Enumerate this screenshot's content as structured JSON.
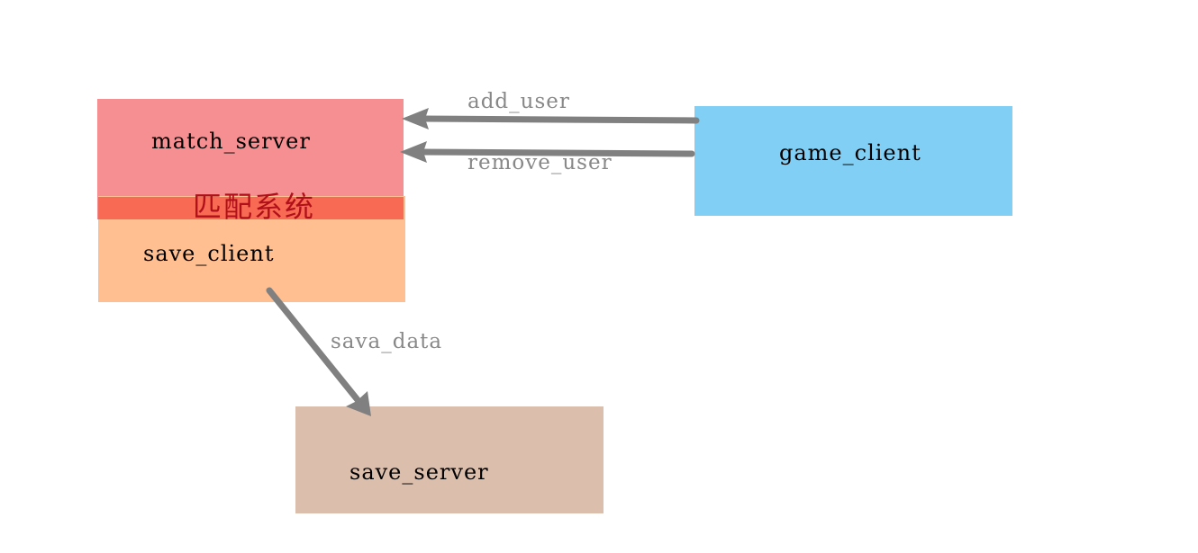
{
  "nodes": {
    "match_server": "match_server",
    "save_client": "save_client",
    "game_client": "game_client",
    "save_server": "save_server"
  },
  "group_title": "匹配系统",
  "edges": {
    "add_user": "add_user",
    "remove_user": "remove_user",
    "save_data": "sava_data"
  },
  "colors": {
    "match_server": "#f68f91",
    "save_client": "#ffbf91",
    "overlap": "#f86a53",
    "game_client": "#81cff5",
    "save_server": "#dbbeac",
    "arrow": "#808080",
    "title": "#b0101a"
  }
}
